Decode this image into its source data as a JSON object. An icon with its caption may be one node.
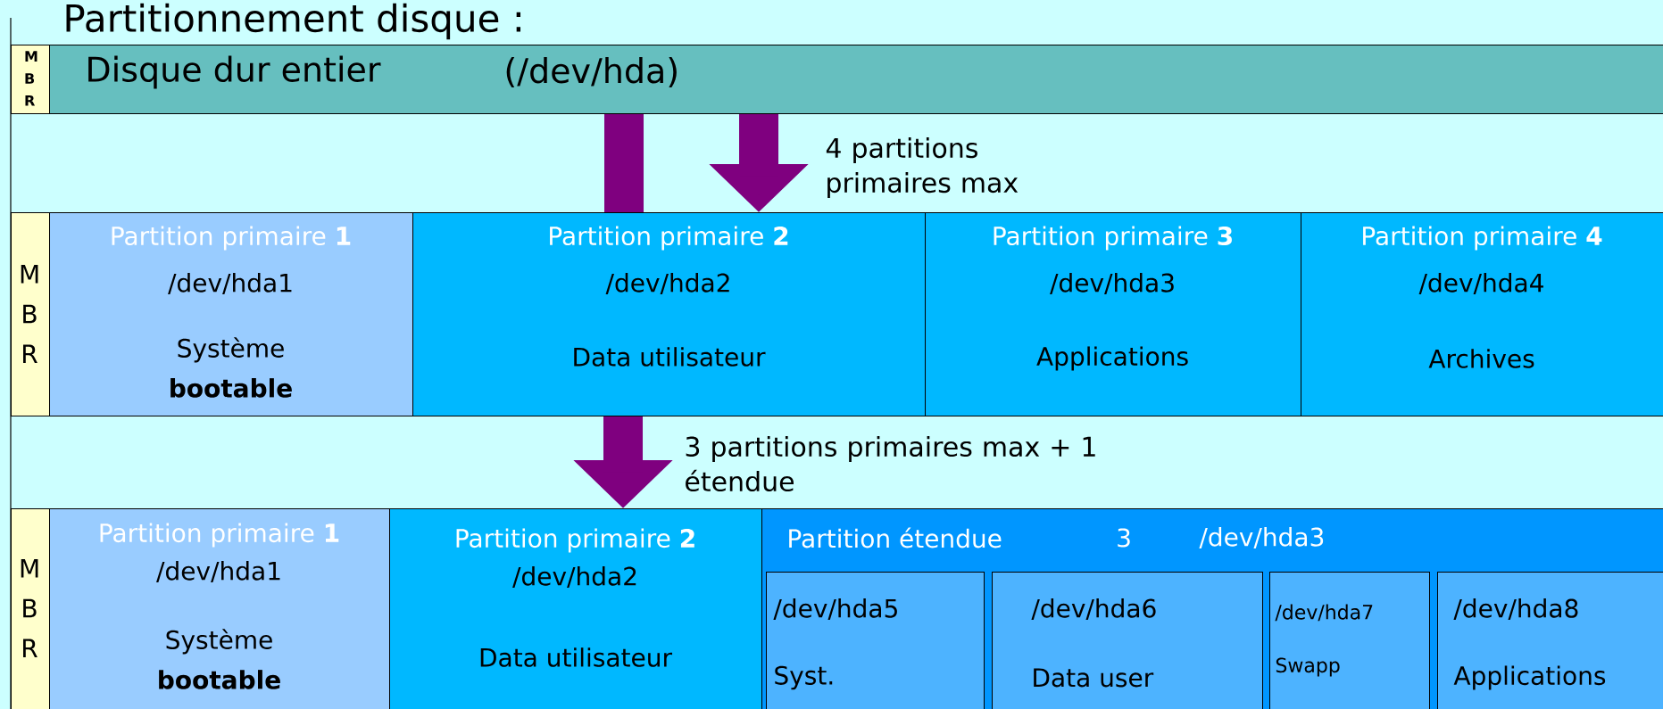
{
  "diagram": {
    "title": "Partitionnement disque :",
    "nodes": [
      {
        "text": [
          "M B R"
        ]
      },
      {
        "text": [
          "Disque dur entier",
          "(/dev/hda)"
        ]
      },
      {
        "text": [
          "M B R"
        ]
      },
      {
        "text": [
          "Partition primaire **1**",
          "/dev/hda1",
          "Système **bootable**"
        ]
      },
      {
        "text": [
          "Partition primaire **2**",
          "/dev/hda2",
          "Data utilisateur"
        ]
      },
      {
        "text": [
          "Partition primaire **3**",
          "/dev/hda3",
          "Applications"
        ]
      },
      {
        "text": [
          "Partition primaire **4**",
          "/dev/hda4",
          "Archives"
        ]
      },
      {
        "text": [
          "M B R"
        ]
      },
      {
        "text": [
          "Partition primaire **1**",
          "/dev/hda1",
          "Système **bootable**"
        ]
      },
      {
        "text": [
          "Partition primaire **2**",
          "/dev/hda2",
          "Data utilisateur"
        ]
      },
      {
        "text": [
          "Partition étendue",
          "3",
          "/dev/hda3"
        ]
      },
      {
        "text": [
          "/dev/hda5",
          "Syst."
        ],
        "in": 10
      },
      {
        "text": [
          "/dev/hda6",
          "Data user"
        ],
        "in": 10
      },
      {
        "text": [
          "/dev/hda7",
          "Swapp"
        ],
        "in": 10
      },
      {
        "text": [
          "/dev/hda8",
          "Applications"
        ],
        "in": 10
      }
    ],
    "edges": [
      {
        "from": 1,
        "to": 4,
        "arrow": "none"
      },
      {
        "from": 1,
        "to": 4,
        "arrow": "to"
      },
      {
        "from": 4,
        "to": 9,
        "arrow": "to"
      }
    ],
    "labels": [
      "4 partitions primaires max",
      "3 partitions primaires max + 1 étendue"
    ]
  }
}
